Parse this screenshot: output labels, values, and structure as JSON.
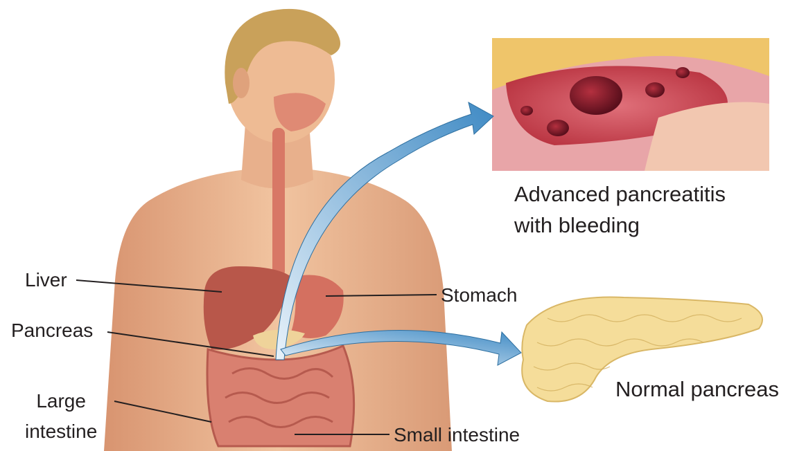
{
  "labels": {
    "liver": "Liver",
    "pancreas": "Pancreas",
    "large_intestine": "Large\nintestine",
    "stomach": "Stomach",
    "small_intestine": "Small intestine"
  },
  "callouts": {
    "advanced": "Advanced pancreatitis\nwith bleeding",
    "normal": "Normal pancreas"
  },
  "colors": {
    "skin": "#e9b08a",
    "hair": "#c9a15a",
    "organ": "#b8574a",
    "intestine": "#d98070",
    "healthy_pancreas": "#f5dd9a",
    "inflamed_tissue": "#c9404f",
    "arrow": "#4f95c8"
  },
  "icons": [
    "body-illustration",
    "inflamed-pancreas-photo",
    "healthy-pancreas-illustration",
    "arrow-icon"
  ]
}
